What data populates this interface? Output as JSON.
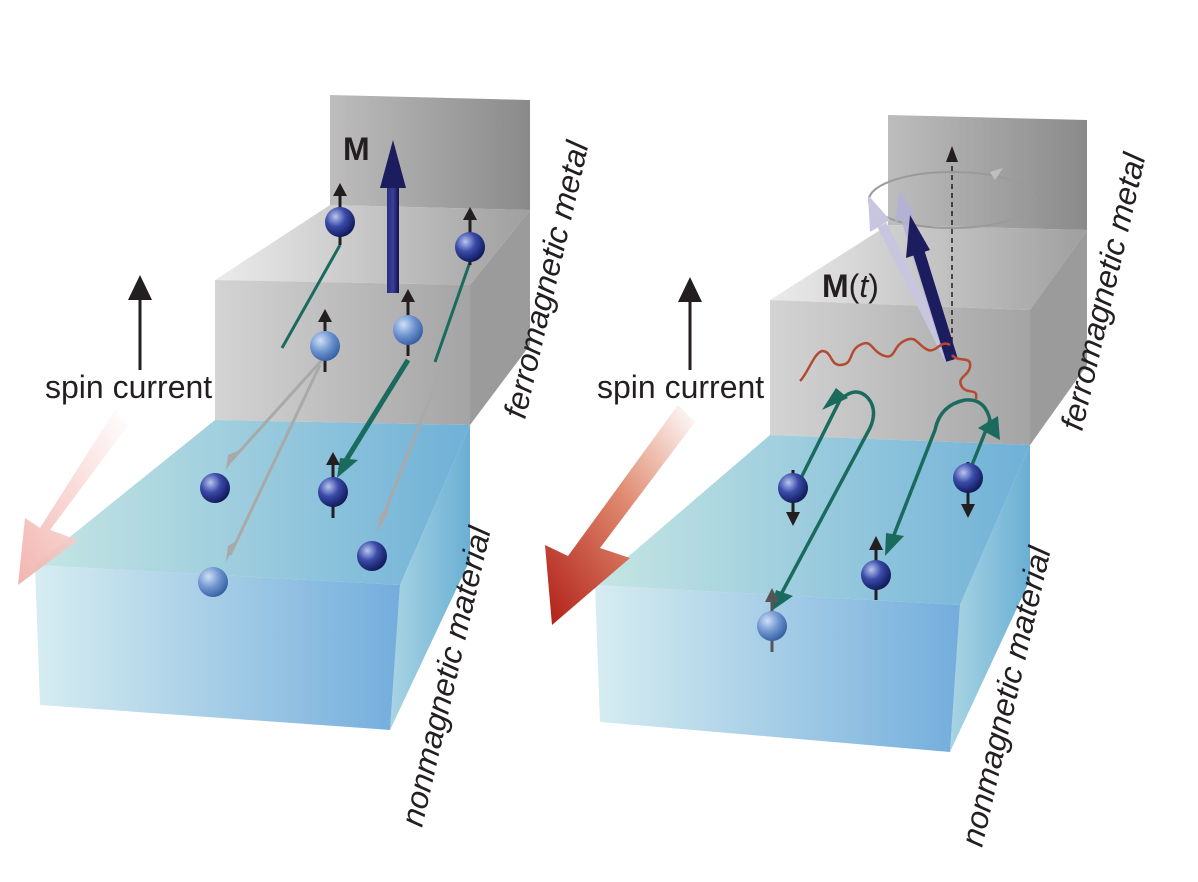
{
  "left_panel": {
    "magnetization_label": "M",
    "spin_current_label": "spin current",
    "top_layer_label": "ferromagnetic metal",
    "bottom_layer_label": "nonmagnetic material"
  },
  "right_panel": {
    "magnetization_label_main": "M",
    "magnetization_label_paren_open": "(",
    "magnetization_label_var": "t",
    "magnetization_label_paren_close": ")",
    "spin_current_label": "spin current",
    "top_layer_label": "ferromagnetic metal",
    "bottom_layer_label": "nonmagnetic material"
  },
  "colors": {
    "ferromagnet_gray": "#8a8a8a",
    "nonmagnet_blue": "#6fb0d6",
    "magnetization_arrow": "#1c1d5e",
    "spin_path_teal": "#1a6b5e",
    "pumped_arrow_red": "#b8291e",
    "faded_arrow_pink": "#f1b4ae"
  }
}
